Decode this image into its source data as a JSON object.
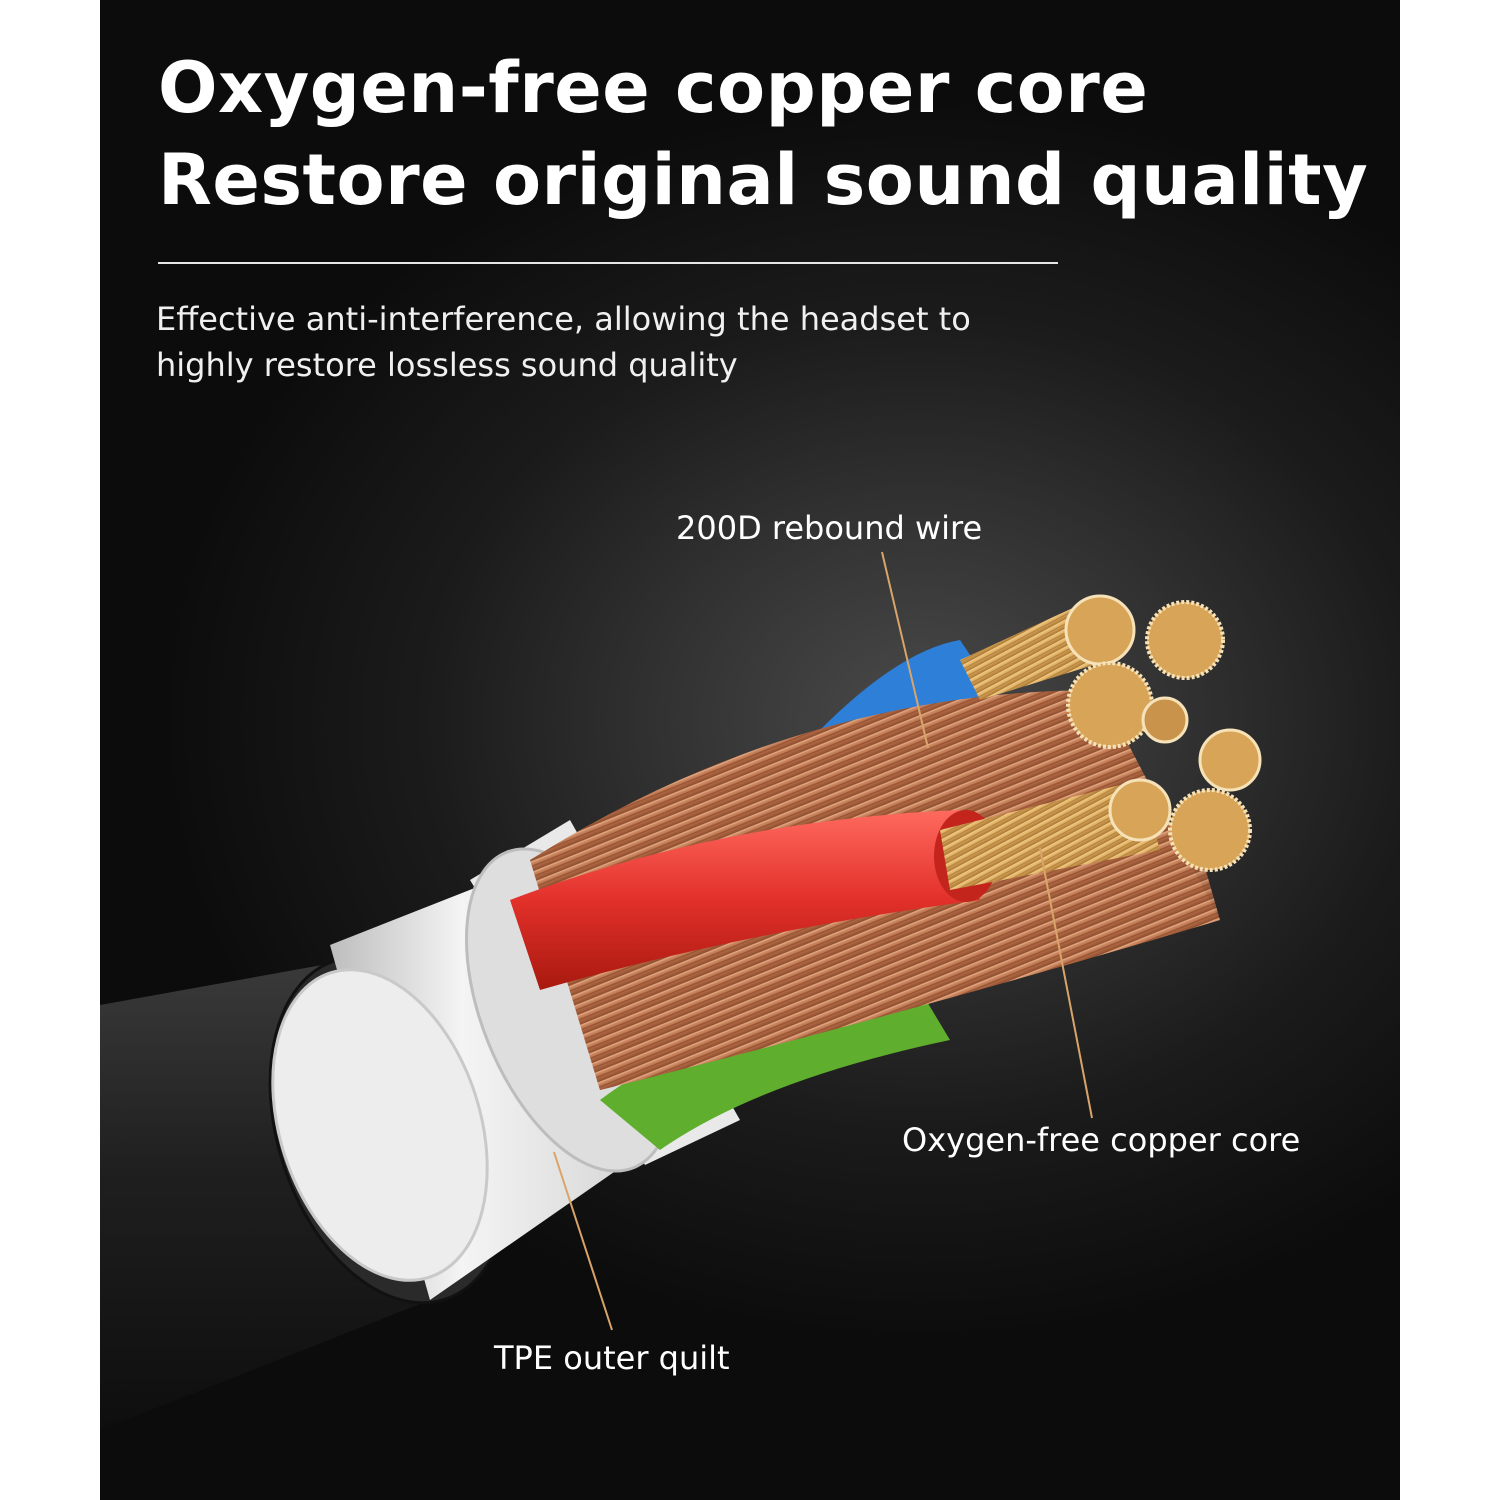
{
  "headline": {
    "line1": "Oxygen-free copper core",
    "line2": "Restore original sound quality"
  },
  "subtext": {
    "line1": "Effective anti-interference, allowing the headset to",
    "line2": "highly restore lossless sound quality"
  },
  "callouts": {
    "rebound_wire": "200D rebound wire",
    "copper_core": "Oxygen-free copper core",
    "outer_quilt": "TPE outer quilt"
  },
  "colors": {
    "background": "#1b1b1b",
    "text": "#ffffff",
    "leader_line": "#d9a46a",
    "copper": "#c47c55",
    "gold": "#d9a85a",
    "red_insulation": "#e23a34",
    "blue_insulation": "#2d7fd8",
    "green_insulation": "#5fae2e",
    "white_sheath": "#e8e8e8",
    "black_jacket": "#1e1e1e"
  }
}
